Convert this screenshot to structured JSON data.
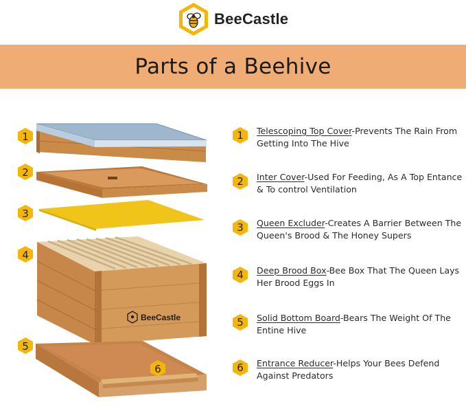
{
  "brand": {
    "name": "BeeCastle"
  },
  "header": {
    "title": "Parts of a Beehive"
  },
  "hive_labels": [
    "1",
    "2",
    "3",
    "4",
    "5",
    "6"
  ],
  "box_brand": "BeeCastle",
  "legend": [
    {
      "number": "1",
      "name": "Telescoping Top Cover",
      "desc": "-Prevents The Rain From Getting Into The Hive"
    },
    {
      "number": "2",
      "name": "Inter Cover",
      "desc": "-Used For Feeding, As A Top Entance & To control Ventilation"
    },
    {
      "number": "3",
      "name": "Queen Excluder",
      "desc": "-Creates A Barrier Between The Queen's Brood & The Honey Supers"
    },
    {
      "number": "4",
      "name": "Deep Brood Box",
      "desc": "-Bee Box That The Queen Lays Her Brood Eggs In"
    },
    {
      "number": "5",
      "name": "Solid Bottom Board",
      "desc": "-Bears The Weight Of The Entine Hive"
    },
    {
      "number": "6",
      "name": "Entrance Reducer",
      "desc": "-Helps Your Bees Defend Against Predators"
    }
  ],
  "colors": {
    "banner": "#efac74",
    "hex_badge": "#f5b60c",
    "wood": "#c98b47",
    "excluder": "#f0c419"
  }
}
